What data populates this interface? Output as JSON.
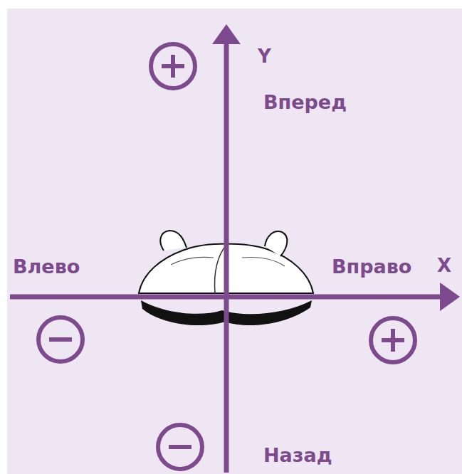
{
  "diagram": {
    "labels": [
      "Y",
      "Вперед",
      "Влево",
      "Вправо",
      "X",
      "Назад"
    ]
  }
}
